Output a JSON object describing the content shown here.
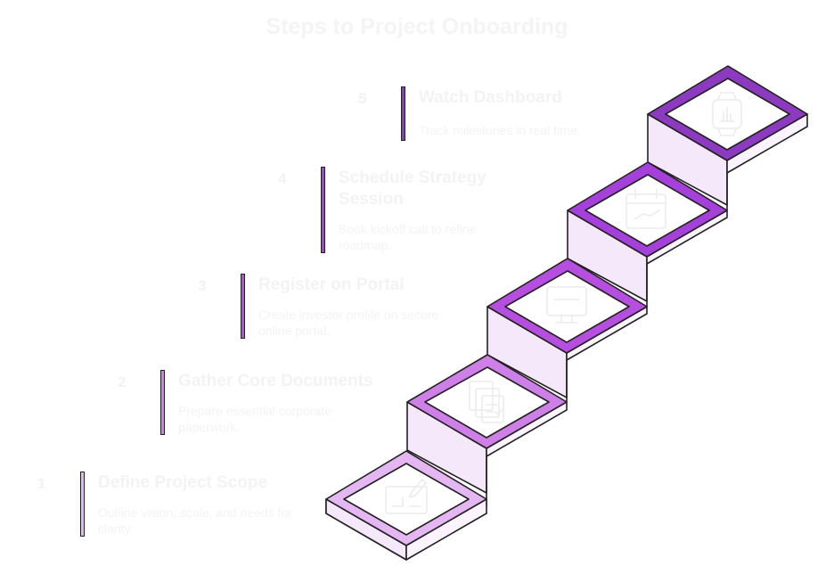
{
  "title": "Steps to Project Onboarding",
  "steps": [
    {
      "number": "1",
      "title": "Define Project Scope",
      "description": "Outline vision, scale, and needs for clarity.",
      "icon": "blueprint-icon",
      "color": "#e4b6f2"
    },
    {
      "number": "2",
      "title": "Gather Core Documents",
      "description": "Prepare essential corporate paperwork.",
      "icon": "documents-icon",
      "color": "#cf7fe8"
    },
    {
      "number": "3",
      "title": "Register on Portal",
      "description": "Create investor profile on secure online portal.",
      "icon": "monitor-icon",
      "color": "#b64ee0"
    },
    {
      "number": "4",
      "title": "Schedule Strategy Session",
      "description": "Book kickoff call to refine roadmap.",
      "icon": "calendar-icon",
      "color": "#a640da"
    },
    {
      "number": "5",
      "title": "Watch Dashboard",
      "description": "Track milestones in real time.",
      "icon": "smartwatch-icon",
      "color": "#8c3ac0"
    }
  ]
}
